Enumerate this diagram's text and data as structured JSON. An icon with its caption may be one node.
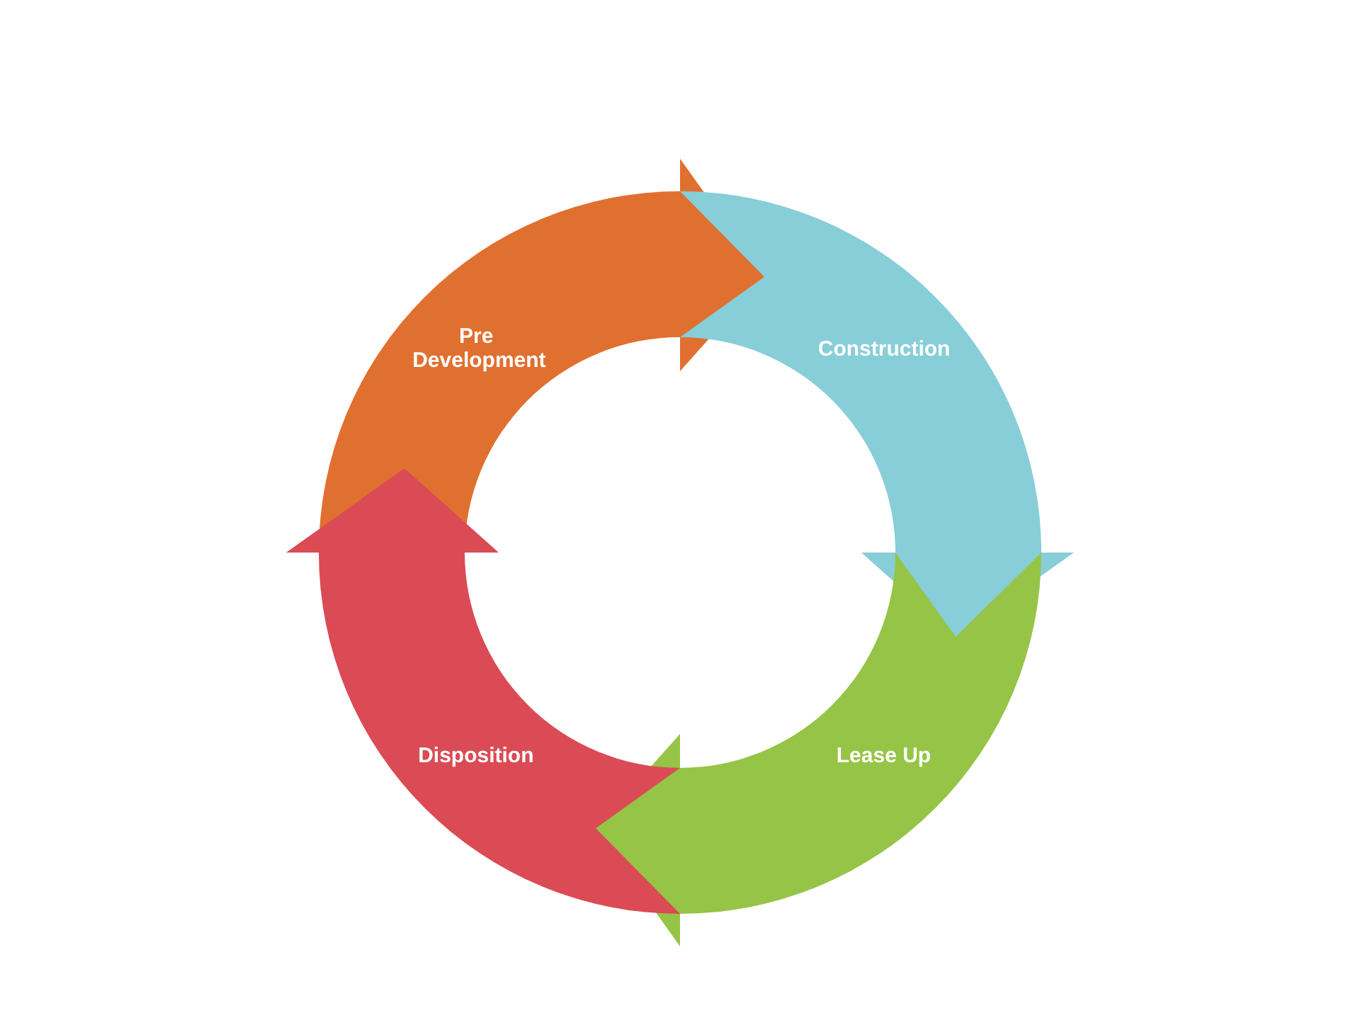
{
  "diagram": {
    "nodes": [
      {
        "text": [
          "Pre Development"
        ]
      },
      {
        "text": [
          "Construction"
        ]
      },
      {
        "text": [
          "Lease Up"
        ]
      },
      {
        "text": [
          "Disposition"
        ]
      }
    ],
    "edges": [
      {
        "from": 0,
        "to": 1,
        "arrow": "to",
        "style": "thick",
        "color": "#e07030"
      },
      {
        "from": 1,
        "to": 2,
        "arrow": "to",
        "style": "thick",
        "color": "#87ced8"
      },
      {
        "from": 2,
        "to": 3,
        "arrow": "to",
        "style": "thick",
        "color": "#96c447"
      },
      {
        "from": 3,
        "to": 0,
        "arrow": "to",
        "style": "thick",
        "color": "#da4b55"
      }
    ]
  }
}
